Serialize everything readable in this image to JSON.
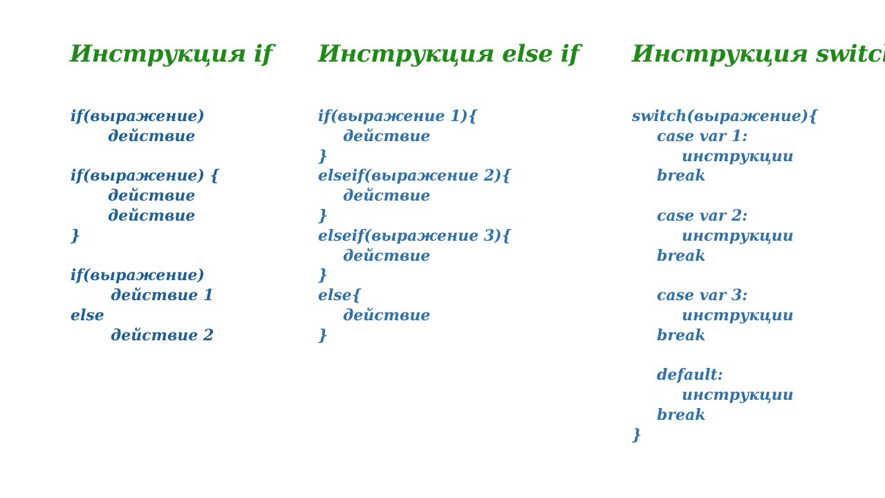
{
  "columns": [
    {
      "title": "Инструкция if",
      "lines": [
        "if(выражение)",
        "действие",
        "",
        "if(выражение)  {",
        "действие",
        "действие",
        "}",
        "",
        "if(выражение)",
        "действие 1",
        "else",
        "действие 2"
      ]
    },
    {
      "title": "Инструкция else if",
      "lines": [
        "if(выражение 1){",
        "действие",
        "}",
        "elseif(выражение 2){",
        "действие",
        "}",
        "elseif(выражение 3){",
        "действие",
        "}",
        "else{",
        "действие",
        "}"
      ]
    },
    {
      "title": "Инструкция switch",
      "lines": [
        "switch(выражение){",
        "case var 1:",
        "инструкции",
        "break",
        "",
        "case var 2:",
        "инструкции",
        "break",
        "",
        "case var 3:",
        "инструкции",
        "break",
        "",
        "default:",
        "инструкции",
        "break",
        "}"
      ]
    }
  ]
}
